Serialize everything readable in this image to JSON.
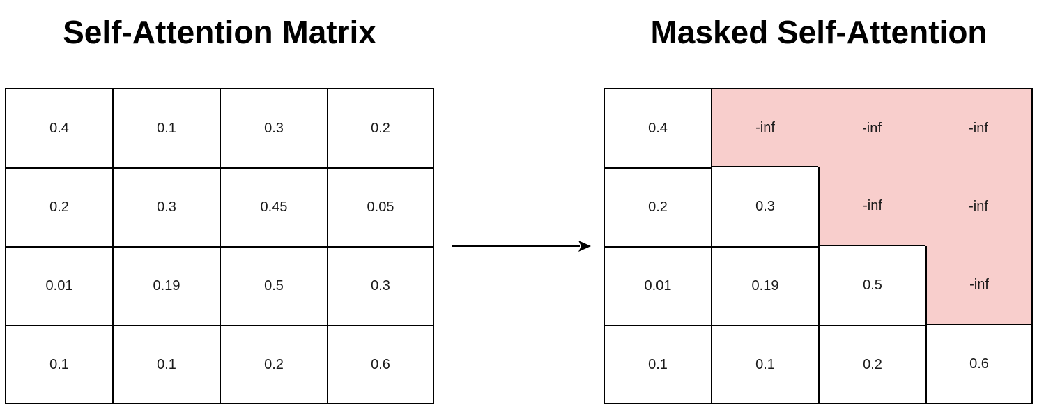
{
  "titles": {
    "left": "Self-Attention Matrix",
    "right": "Masked Self-Attention"
  },
  "colors": {
    "mask_fill": "#f8cecc",
    "grid_line": "#000000"
  },
  "matrices": {
    "left": [
      [
        "0.4",
        "0.1",
        "0.3",
        "0.2"
      ],
      [
        "0.2",
        "0.3",
        "0.45",
        "0.05"
      ],
      [
        "0.01",
        "0.19",
        "0.5",
        "0.3"
      ],
      [
        "0.1",
        "0.1",
        "0.2",
        "0.6"
      ]
    ],
    "right": [
      [
        "0.4",
        "-inf",
        "-inf",
        "-inf"
      ],
      [
        "0.2",
        "0.3",
        "-inf",
        "-inf"
      ],
      [
        "0.01",
        "0.19",
        "0.5",
        "-inf"
      ],
      [
        "0.1",
        "0.1",
        "0.2",
        "0.6"
      ]
    ],
    "mask_value": "-inf"
  }
}
